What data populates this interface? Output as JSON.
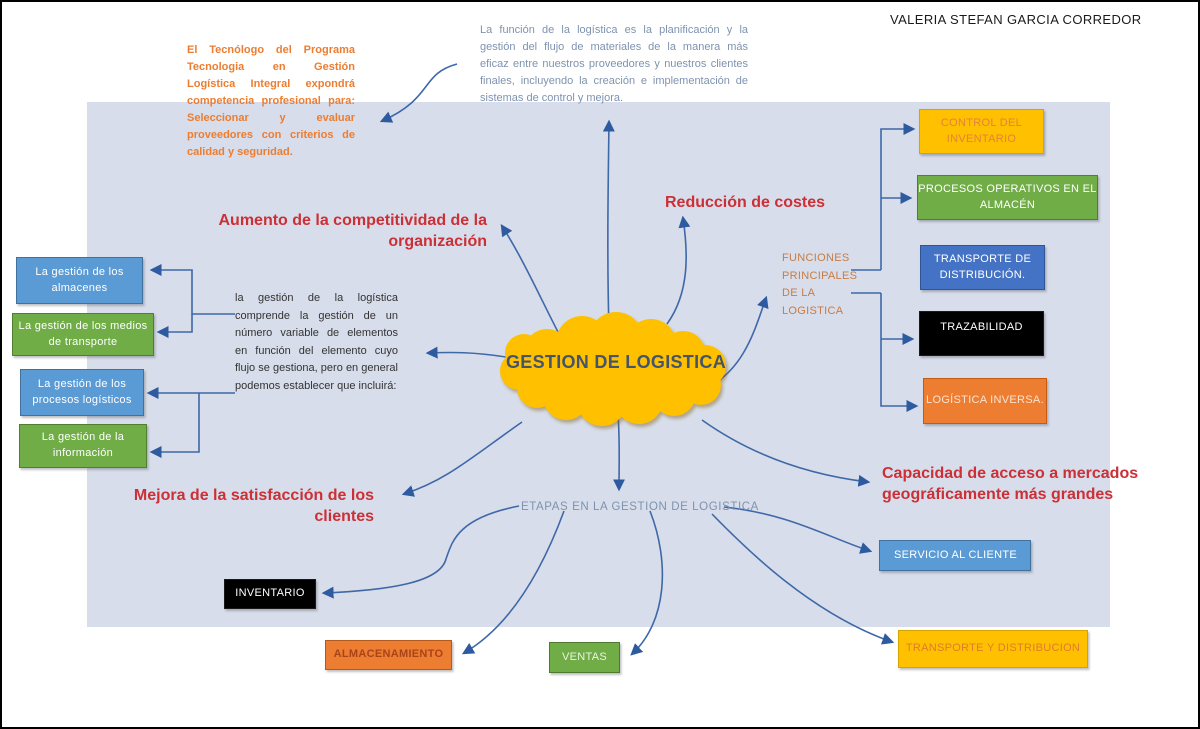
{
  "author": "VALERIA STEFAN GARCIA CORREDOR",
  "notes": {
    "competency": "El Tecnólogo del Programa Tecnologia en Gestión Logística Integral expondrá competencia profesional para: Seleccionar y evaluar proveedores con criterios de calidad y seguridad.",
    "definition_top": "La función de la logística es la planificación y la gestión del flujo de materiales de la manera más eficaz entre nuestros proveedores y nuestros clientes finales, incluyendo la creación e implementación de sistemas de control y mejora.",
    "definition_left": "la gestión de la logística comprende la gestión de un número variable de elementos en función del elemento cuyo flujo se gestiona, pero en general podemos establecer que incluirá:"
  },
  "center": {
    "title": "GESTION DE LOGISTICA"
  },
  "benefits": {
    "aumento": "Aumento de la competitividad de la organización",
    "reduccion": "Reducción de costes",
    "mejora": "Mejora de la satisfacción de los clientes",
    "capacidad": "Capacidad de acceso a mercados geográficamente más grandes"
  },
  "left_items": [
    {
      "label": "La gestión de los almacenes",
      "bg": "#5B9BD5",
      "border": "#41719C",
      "text_color": "#FFFFFF"
    },
    {
      "label": "La gestión de los medios de transporte",
      "bg": "#70AD47",
      "border": "#507E32",
      "text_color": "#FFFFFF"
    },
    {
      "label": "La gestión de los procesos logísticos",
      "bg": "#5B9BD5",
      "border": "#41719C",
      "text_color": "#FFFFFF"
    },
    {
      "label": "La gestión de la información",
      "bg": "#70AD47",
      "border": "#507E32",
      "text_color": "#FFFFFF"
    }
  ],
  "functions": {
    "label_lines": "FUNCIONES\nPRINCIPALES\nDE LA\nLOGISTICA",
    "items": [
      {
        "label": "CONTROL DEL INVENTARIO",
        "bg": "#FFC000",
        "border": "#C9A22B",
        "text_color": "#E3813C"
      },
      {
        "label": "PROCESOS OPERATIVOS EN EL ALMACÉN",
        "bg": "#70AD47",
        "border": "#507E32",
        "text_color": "#FFFFFF"
      },
      {
        "label": "TRANSPORTE DE DISTRIBUCIÓN.",
        "bg": "#4472C4",
        "border": "#2F5597",
        "text_color": "#FFFFFF"
      },
      {
        "label": "TRAZABILIDAD",
        "bg": "#000000",
        "border": "#1A1A1A",
        "text_color": "#FFFFFF"
      },
      {
        "label": "LOGÍSTICA INVERSA.",
        "bg": "#ED7D31",
        "border": "#C55A11",
        "text_color": "#FBE3D1"
      }
    ]
  },
  "stages": {
    "label": "ETAPAS EN LA GESTION DE LOGISTICA",
    "items": [
      {
        "label": "INVENTARIO",
        "bg": "#000000",
        "border": "#1A1A1A",
        "text_color": "#FFFFFF"
      },
      {
        "label": "ALMACENAMIENTO",
        "bg": "#ED7D31",
        "border": "#B55A1E",
        "text_color": "#A94419"
      },
      {
        "label": "VENTAS",
        "bg": "#70AD47",
        "border": "#4E7A30",
        "text_color": "#EAF3E2"
      },
      {
        "label": "SERVICIO AL CLIENTE",
        "bg": "#5B9BD5",
        "border": "#41719C",
        "text_color": "#FFFFFF"
      },
      {
        "label": "TRANSPORTE Y DISTRIBUCION",
        "bg": "#FFC000",
        "border": "#D6A400",
        "text_color": "#E07B2A"
      }
    ]
  },
  "colors": {
    "panel_background": "#D7DDEA",
    "connector": "#3E68A8",
    "benefit_text": "#CC3036",
    "note_orange": "#ED7D31",
    "note_blue": "#7E93AF",
    "cloud_fill": "#FFC000",
    "cloud_text": "#44546A"
  }
}
